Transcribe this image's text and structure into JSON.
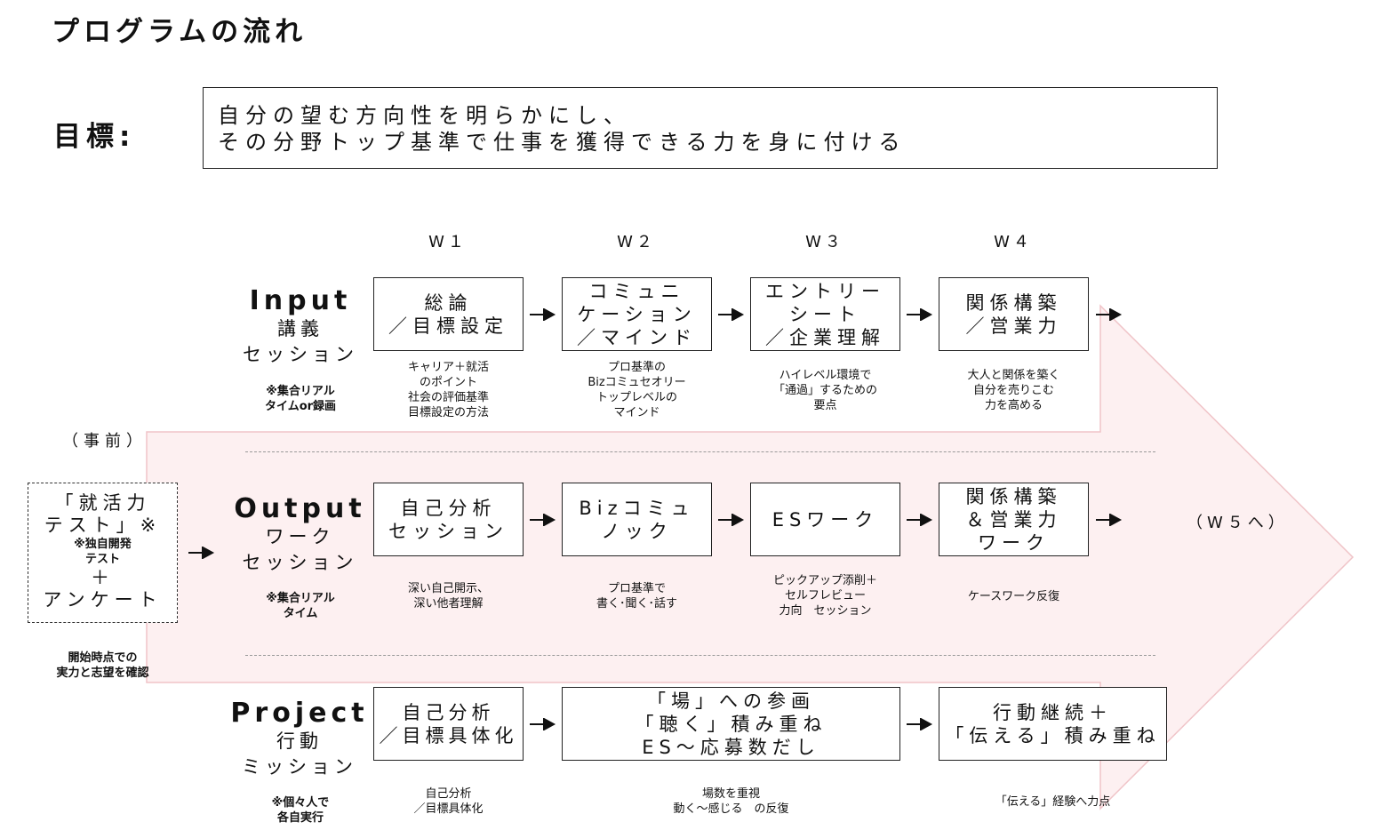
{
  "title": "プログラムの流れ",
  "goal": {
    "label": "目標:",
    "lines": [
      "自分の望む方向性を明らかにし、",
      "その分野トップ基準で仕事を獲得できる力を身に付ける"
    ]
  },
  "weeks": [
    "W１",
    "W２",
    "W３",
    "W４"
  ],
  "rows": {
    "input": {
      "en": "Input",
      "jp1": "講義",
      "jp2": "セッション",
      "note": [
        "※集合リアル",
        "タイムor録画"
      ],
      "sessions": [
        {
          "lines": [
            "総論",
            "／目標設定"
          ],
          "desc": [
            "キャリア＋就活",
            "のポイント",
            "社会の評価基準",
            "目標設定の方法"
          ]
        },
        {
          "lines": [
            "コミュニ",
            "ケーション",
            "／マインド"
          ],
          "desc": [
            "プロ基準の",
            "Bizコミュセオリー",
            "トップレベルの",
            "マインド"
          ]
        },
        {
          "lines": [
            "エントリー",
            "シート",
            "／企業理解"
          ],
          "desc": [
            "ハイレベル環境で",
            "「通過」するための",
            "要点"
          ]
        },
        {
          "lines": [
            "関係構築",
            "／営業力"
          ],
          "desc": [
            "大人と関係を築く",
            "自分を売りこむ",
            "力を高める"
          ]
        }
      ]
    },
    "output": {
      "en": "Output",
      "jp1": "ワーク",
      "jp2": "セッション",
      "note": [
        "※集合リアル",
        "タイム"
      ],
      "sessions": [
        {
          "lines": [
            "自己分析",
            "セッション"
          ],
          "desc": [
            "深い自己開示、",
            "深い他者理解"
          ]
        },
        {
          "lines": [
            "Bizコミュ",
            "ノック"
          ],
          "desc": [
            "プロ基準で",
            "書く･聞く･話す"
          ]
        },
        {
          "lines": [
            "ESワーク"
          ],
          "desc": [
            "ピックアップ添削＋",
            "セルフレビュー",
            "力向　セッション"
          ]
        },
        {
          "lines": [
            "関係構築",
            "＆営業力",
            "ワーク"
          ],
          "desc": [
            "ケースワーク反復"
          ]
        }
      ]
    },
    "project": {
      "en": "Project",
      "jp1": "行動",
      "jp2": "ミッション",
      "note": [
        "※個々人で",
        "各自実行"
      ],
      "sessions": [
        {
          "lines": [
            "自己分析",
            "／目標具体化"
          ],
          "desc": [
            "自己分析",
            "／目標具体化"
          ]
        },
        {
          "lines": [
            "「場」への参画",
            "「聴く」積み重ね",
            "ES～応募数だし"
          ],
          "desc": [
            "場数を重視",
            "動く～感じる　の反復"
          ]
        },
        {
          "lines": [
            "行動継続＋",
            "「伝える」積み重ね"
          ],
          "desc": [
            "「伝える」経験へ力点"
          ]
        }
      ]
    }
  },
  "pre": {
    "label": "（事前）",
    "box": {
      "line1": "「就活力",
      "line2": "テスト」※",
      "small1": "※独自開発",
      "small2": "テスト",
      "plus": "＋",
      "line3": "アンケート"
    },
    "note": [
      "開始時点での",
      "実力と志望を確認"
    ]
  },
  "next": "（W５へ）",
  "colors": {
    "arrow_fill": "#fdf0f1",
    "arrow_stroke": "#f0c4c8",
    "border": "#222222"
  }
}
